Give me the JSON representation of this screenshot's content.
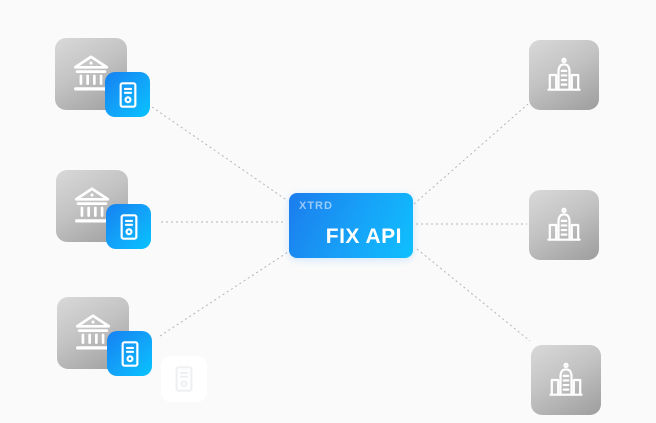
{
  "diagram": {
    "center": {
      "brand": "XTRD",
      "label": "FIX API"
    },
    "left_nodes": [
      {
        "id": "bank-1",
        "icon": "bank-icon",
        "badge_icon": "server-icon"
      },
      {
        "id": "bank-2",
        "icon": "bank-icon",
        "badge_icon": "server-icon"
      },
      {
        "id": "bank-3",
        "icon": "bank-icon",
        "badge_icon": "server-icon"
      }
    ],
    "right_nodes": [
      {
        "id": "exchange-1",
        "icon": "exchange-building-icon"
      },
      {
        "id": "exchange-2",
        "icon": "exchange-building-icon"
      },
      {
        "id": "exchange-3",
        "icon": "exchange-building-icon"
      }
    ],
    "ghost_badge": {
      "icon": "server-icon"
    },
    "connections": [
      {
        "from": "bank-1",
        "to": "center"
      },
      {
        "from": "bank-2",
        "to": "center"
      },
      {
        "from": "bank-3",
        "to": "center"
      },
      {
        "from": "center",
        "to": "exchange-1"
      },
      {
        "from": "center",
        "to": "exchange-2"
      },
      {
        "from": "center",
        "to": "exchange-3"
      }
    ],
    "colors": {
      "background": "#fafafa",
      "accent_blue_start": "#1b7ced",
      "accent_blue_end": "#0fc0fe",
      "node_gray_start": "#d9d9d9",
      "node_gray_end": "#9d9d9d",
      "connection_line": "#a9a9a9",
      "label_text": "#ffffff"
    }
  }
}
